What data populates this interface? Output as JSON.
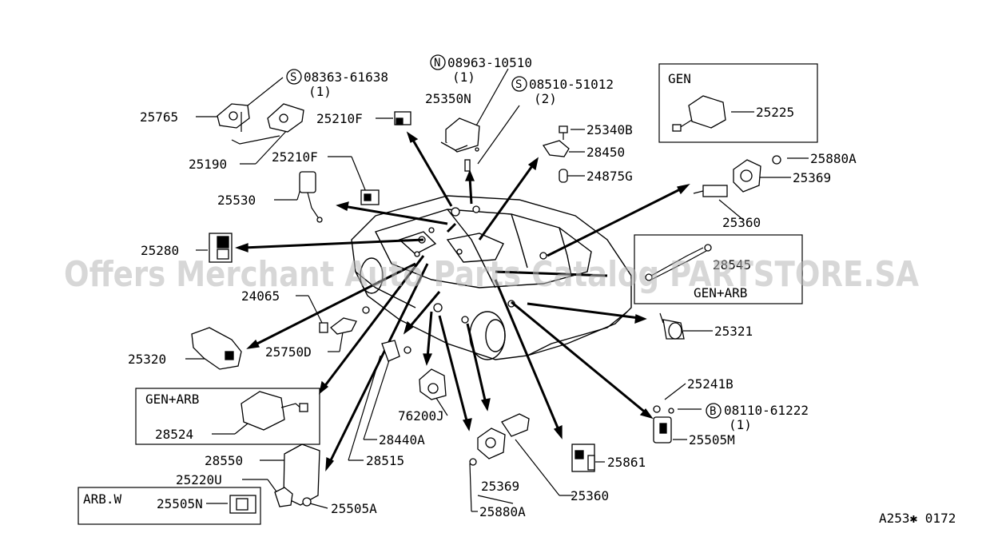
{
  "watermark": "Offers Merchant Auto Parts Catalog PARTSTORE.SA",
  "diagram_code": "A253✱ 0172",
  "boxes": {
    "gen": "GEN",
    "gen_arb_right": "GEN+ARB",
    "gen_arb_left": "GEN+ARB",
    "arbw": "ARB.W"
  },
  "symbols": {
    "s1": "S",
    "n": "N",
    "s2": "S",
    "b": "B"
  },
  "labels": {
    "p08363": "08363-61638",
    "p08363_qty": "(1)",
    "p08963": "08963-10510",
    "p08963_qty": "(1)",
    "p08510": "08510-51012",
    "p08510_qty": "(2)",
    "p25765": "25765",
    "p25190": "25190",
    "p25210f_top": "25210F",
    "p25350n": "25350N",
    "p25210f": "25210F",
    "p25530": "25530",
    "p25280": "25280",
    "p25340b": "25340B",
    "p28450": "28450",
    "p24875g": "24875G",
    "p25225": "25225",
    "p25880a_top": "25880A",
    "p25369_top": "25369",
    "p25360_top": "25360",
    "p28545": "28545",
    "p25321": "25321",
    "p24065": "24065",
    "p25750d": "25750D",
    "p25320": "25320",
    "p28524": "28524",
    "p28440a": "28440A",
    "p76200j": "76200J",
    "p28515": "28515",
    "p28550": "28550",
    "p25220u": "25220U",
    "p25505n": "25505N",
    "p25505a": "25505A",
    "p25369_bot": "25369",
    "p25880a_bot": "25880A",
    "p25360_bot": "25360",
    "p25861": "25861",
    "p25241b": "25241B",
    "p08110": "08110-61222",
    "p08110_qty": "(1)",
    "p25505m": "25505M"
  }
}
